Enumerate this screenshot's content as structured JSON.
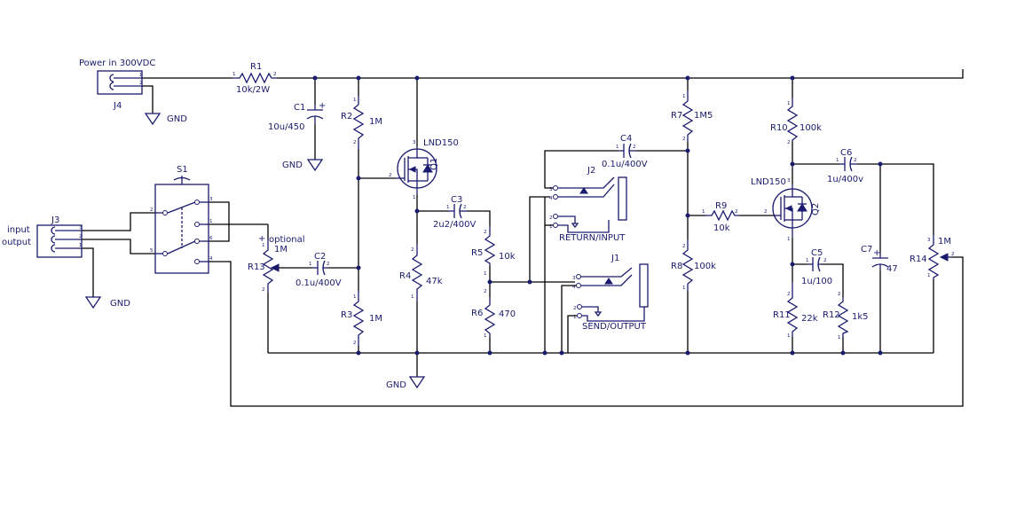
{
  "labels": {
    "power_in": "Power in 300VDC",
    "gnd": "GND",
    "input": "input",
    "output": "output",
    "optional": "optional",
    "return_input": "RETURN/INPUT",
    "send_output": "SEND/OUTPUT",
    "plus": "+"
  },
  "refs": {
    "J4": "J4",
    "J3": "J3",
    "J2": "J2",
    "J1": "J1",
    "S1": "S1",
    "R1": "R1",
    "R2": "R2",
    "R3": "R3",
    "R4": "R4",
    "R5": "R5",
    "R6": "R6",
    "R7": "R7",
    "R8": "R8",
    "R9": "R9",
    "R10": "R10",
    "R11": "R11",
    "R12": "R12",
    "R13": "R13",
    "R14": "R14",
    "C1": "C1",
    "C2": "C2",
    "C3": "C3",
    "C4": "C4",
    "C5": "C5",
    "C6": "C6",
    "C7": "C7",
    "Q1": "Q1",
    "Q2": "Q2"
  },
  "values": {
    "R1": "10k/2W",
    "R2": "1M",
    "R3": "1M",
    "R4": "47k",
    "R5": "10k",
    "R6": "470",
    "R7": "1M5",
    "R8": "100k",
    "R9": "10k",
    "R10": "100k",
    "R11": "22k",
    "R12": "1k5",
    "R13": "1M",
    "R14": "1M",
    "C1": "10u/450",
    "C2": "0.1u/400V",
    "C3": "2u2/400V",
    "C4": "0.1u/400V",
    "C5": "1u/100",
    "C6": "1u/400v",
    "C7": "47",
    "Q1": "LND150",
    "Q2": "LND150"
  }
}
